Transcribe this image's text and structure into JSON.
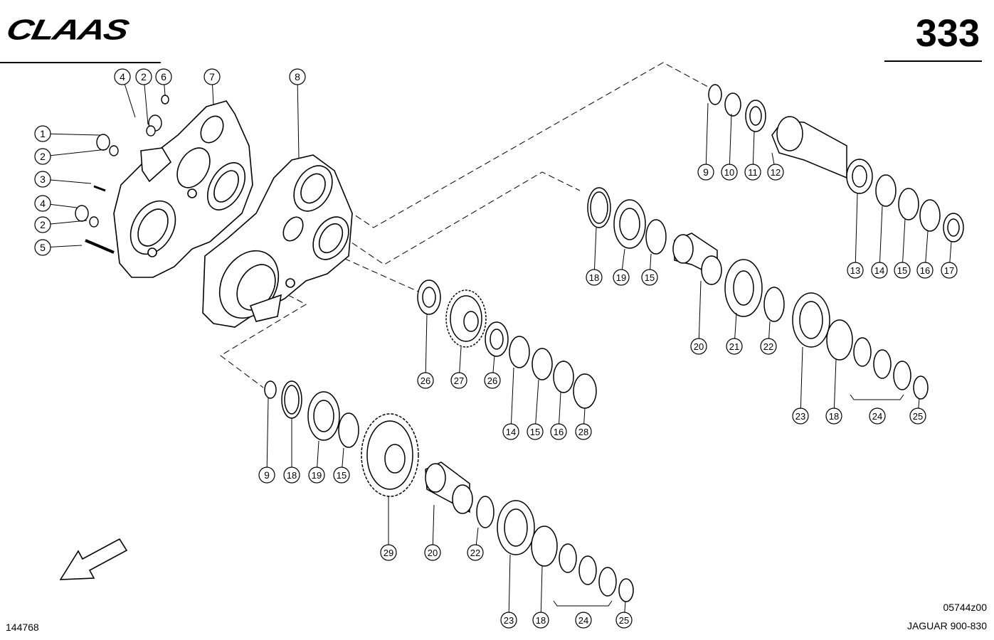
{
  "header": {
    "brand": "CLAAS",
    "page_number": "333"
  },
  "footer": {
    "drawing_code": "05744z00",
    "model": "JAGUAR 900-830",
    "document_number": "144768"
  },
  "callouts": [
    {
      "label": "1"
    },
    {
      "label": "2"
    },
    {
      "label": "3"
    },
    {
      "label": "4"
    },
    {
      "label": "2"
    },
    {
      "label": "5"
    },
    {
      "label": "4"
    },
    {
      "label": "2"
    },
    {
      "label": "6"
    },
    {
      "label": "7"
    },
    {
      "label": "8"
    },
    {
      "label": "9"
    },
    {
      "label": "10"
    },
    {
      "label": "11"
    },
    {
      "label": "12"
    },
    {
      "label": "13"
    },
    {
      "label": "14"
    },
    {
      "label": "15"
    },
    {
      "label": "16"
    },
    {
      "label": "17"
    },
    {
      "label": "18"
    },
    {
      "label": "19"
    },
    {
      "label": "15"
    },
    {
      "label": "20"
    },
    {
      "label": "21"
    },
    {
      "label": "22"
    },
    {
      "label": "23"
    },
    {
      "label": "18"
    },
    {
      "label": "24"
    },
    {
      "label": "25"
    },
    {
      "label": "26"
    },
    {
      "label": "27"
    },
    {
      "label": "26"
    },
    {
      "label": "14"
    },
    {
      "label": "15"
    },
    {
      "label": "16"
    },
    {
      "label": "28"
    },
    {
      "label": "9"
    },
    {
      "label": "18"
    },
    {
      "label": "19"
    },
    {
      "label": "15"
    },
    {
      "label": "29"
    },
    {
      "label": "20"
    },
    {
      "label": "22"
    },
    {
      "label": "23"
    },
    {
      "label": "18"
    },
    {
      "label": "24"
    },
    {
      "label": "25"
    }
  ]
}
